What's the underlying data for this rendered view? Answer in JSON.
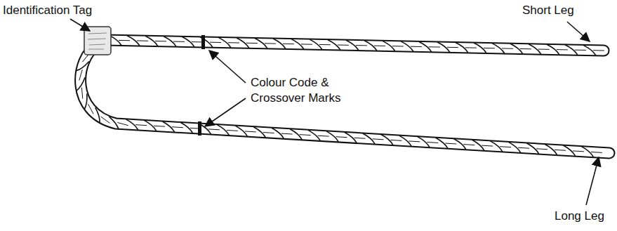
{
  "diagram": {
    "labels": [
      "Identification Tag",
      "Short Leg",
      "Colour Code & Crossover Marks",
      "Long Leg"
    ]
  }
}
